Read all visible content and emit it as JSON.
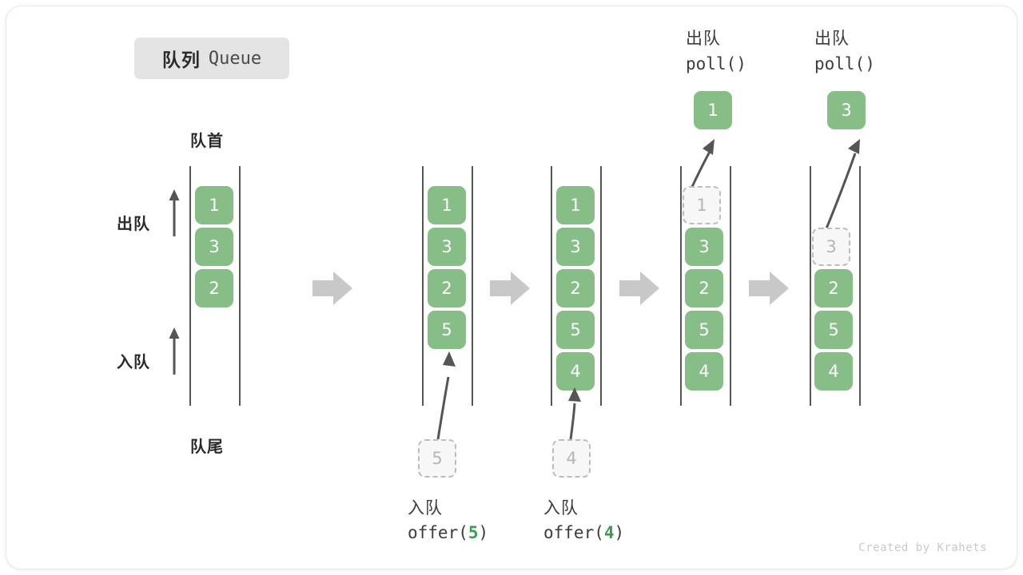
{
  "title": {
    "cn": "队列",
    "en": "Queue"
  },
  "labels": {
    "head": "队首",
    "tail": "队尾",
    "dequeue": "出队",
    "enqueue": "入队"
  },
  "colors": {
    "cell_fill": "#87bd87",
    "cell_text": "#ffffff",
    "ghost_fill": "#f7f7f7",
    "ghost_border": "#bdbdbd",
    "ghost_text": "#b6b6b6",
    "rail": "#555555",
    "flow_arrow": "#c8c8c8",
    "curve_arrow": "#555555",
    "badge_bg": "#e4e4e4",
    "accent_green": "#3f9b4f",
    "footer_text": "#c9c9c9"
  },
  "columns": [
    {
      "id": "col-initial",
      "cells": [
        "1",
        "3",
        "2"
      ],
      "ghost": null,
      "popped": null,
      "header_cn": null,
      "header_code": null,
      "caption_cn": null,
      "caption_code": null
    },
    {
      "id": "col-offer-5",
      "cells": [
        "1",
        "3",
        "2",
        "5"
      ],
      "ghost": "5",
      "popped": null,
      "header_cn": null,
      "header_code": null,
      "caption_cn": "入队",
      "caption_code_prefix": "offer(",
      "caption_code_num": "5",
      "caption_code_suffix": ")"
    },
    {
      "id": "col-offer-4",
      "cells": [
        "1",
        "3",
        "2",
        "5",
        "4"
      ],
      "ghost": "4",
      "popped": null,
      "header_cn": null,
      "header_code": null,
      "caption_cn": "入队",
      "caption_code_prefix": "offer(",
      "caption_code_num": "4",
      "caption_code_suffix": ")"
    },
    {
      "id": "col-poll-1",
      "cells": [
        "3",
        "2",
        "5",
        "4"
      ],
      "ghost": "1",
      "popped": "1",
      "header_cn": "出队",
      "header_code": "poll()",
      "caption_cn": null,
      "caption_code": null
    },
    {
      "id": "col-poll-3",
      "cells": [
        "2",
        "5",
        "4"
      ],
      "ghost": "3",
      "popped": "3",
      "header_cn": "出队",
      "header_code": "poll()",
      "caption_cn": null,
      "caption_code": null
    }
  ],
  "footer": "Created by Krahets"
}
